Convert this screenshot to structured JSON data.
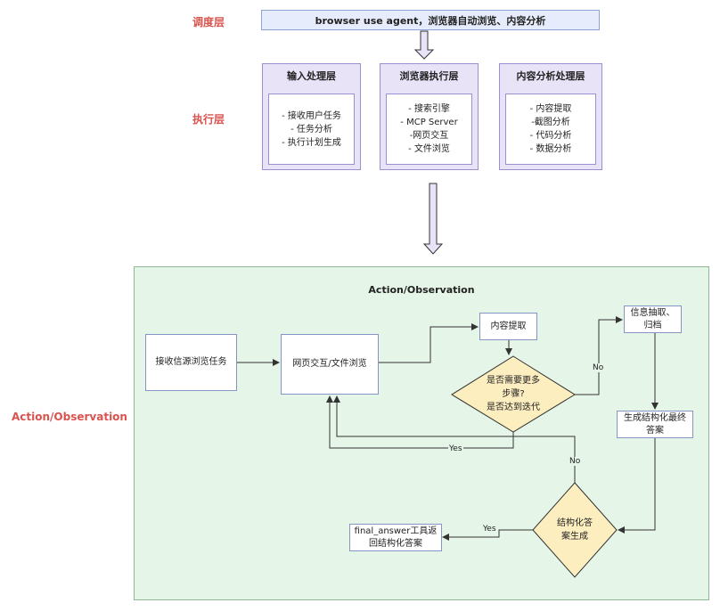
{
  "labels": {
    "scheduling": "调度层",
    "execution": "执行层",
    "action_observation_side": "Action/Observation"
  },
  "top_box": "browser  use agent，浏览器自动浏览、内容分析",
  "layers": [
    {
      "title": "输入处理层",
      "items": [
        "- 接收用户任务",
        "- 任务分析",
        "- 执行计划生成"
      ]
    },
    {
      "title": "浏览器执行层",
      "items": [
        "- 搜索引擎",
        "- MCP Server",
        "-网页交互",
        "- 文件浏览"
      ]
    },
    {
      "title": "内容分析处理层",
      "items": [
        "- 内容提取",
        "-截图分析",
        "- 代码分析",
        "- 数据分析"
      ]
    }
  ],
  "panel": {
    "title": "Action/Observation",
    "nodes": {
      "receive_task": "接收信源浏览任务",
      "web_interact": "网页交互/文件浏览",
      "content_extract": "内容提取",
      "info_extract": [
        "信息抽取、",
        "归档"
      ],
      "gen_answer": [
        "生成结构化最终",
        "答案"
      ],
      "final_answer": [
        "final_answer工具返",
        "回结构化答案"
      ]
    },
    "decisions": {
      "need_more": [
        "是否需要更多",
        "步骤?",
        "是否达到迭代"
      ],
      "structured": [
        "结构化答",
        "案生成"
      ]
    },
    "edges": {
      "no": "No",
      "yes": "Yes"
    }
  },
  "colors": {
    "side_label": "#d9534f",
    "top_box_fill": "#e6ecfb",
    "layer_fill": "#e9e3f8",
    "panel_fill": "#e5f5e7",
    "decision_fill": "#fdeec0",
    "line": "#333333"
  }
}
